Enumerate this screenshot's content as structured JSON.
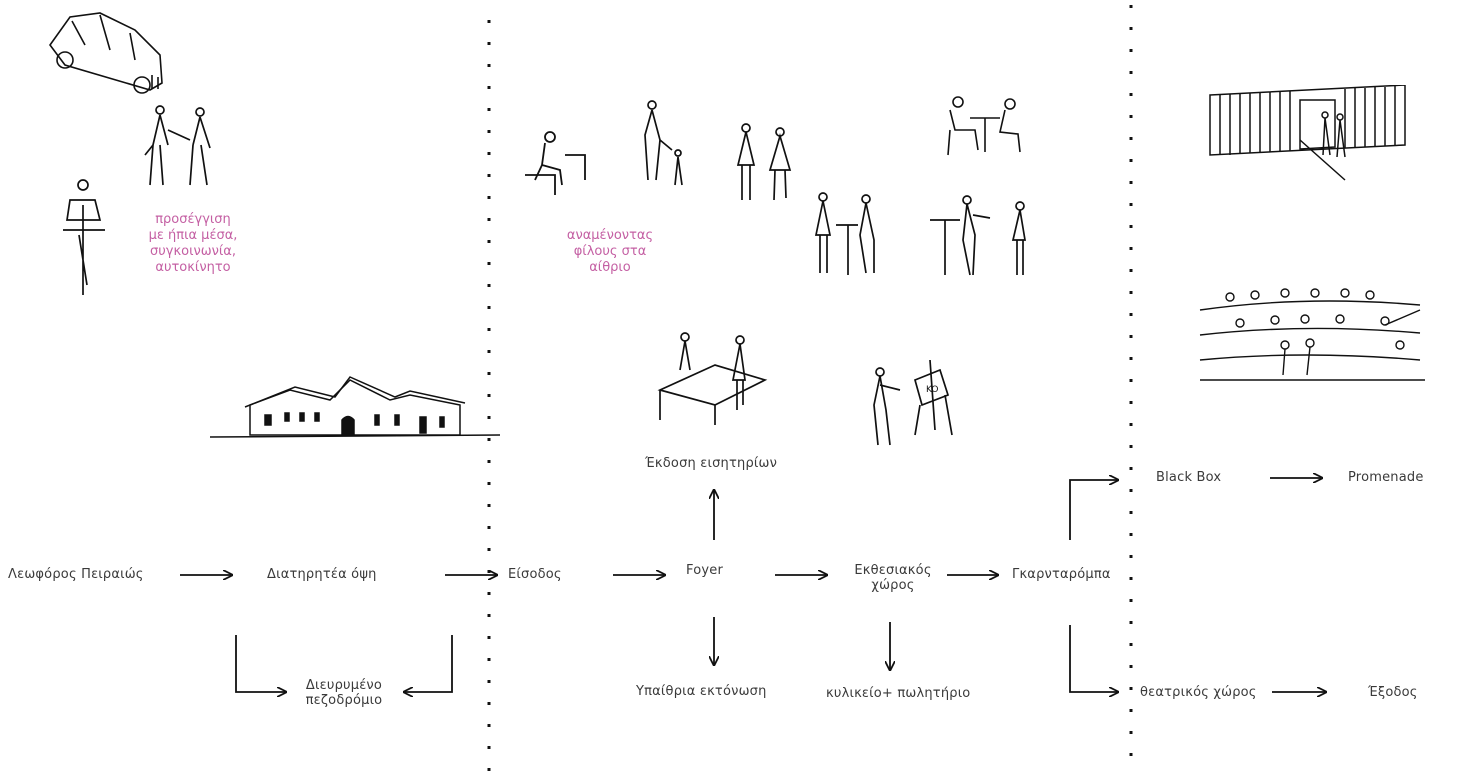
{
  "colors": {
    "annotation": "#c45fa3",
    "text": "#3a3a3a",
    "ink": "#111111"
  },
  "annotations": {
    "approach": [
      "προσέγγιση",
      "με ήπια μέσα,",
      "συγκοινωνία,",
      "αυτοκίνητο"
    ],
    "waiting": [
      "αναμένοντας",
      "φίλους στα",
      "αίθριο"
    ]
  },
  "nodes": {
    "avenue": "Λεωφόρος Πειραιώς",
    "facade": "Διατηρητέα όψη",
    "sidewalk": "Διευρυμένο πεζοδρόμιο",
    "entrance": "Είσοδος",
    "foyer": "Foyer",
    "tickets": "Έκδοση εισητηρίων",
    "outdoor": "Υπαίθρια εκτόνωση",
    "exhibition": "Εκθεσιακός χώρος",
    "cafe": "κυλικείο+ πωλητήριο",
    "wardrobe": "Γκαρνταρόμπα",
    "blackbox": "Black Box",
    "promenade": "Promenade",
    "theater": "θεατρικός χώρος",
    "exit": "Έξοδος"
  },
  "icons": [
    "car-icon",
    "couple-walking-icon",
    "cyclist-icon",
    "building-facade-icon",
    "seated-person-icon",
    "parent-child-icon",
    "two-people-icon",
    "cafe-table-icon",
    "standing-bar-icon",
    "bar-conversation-icon",
    "ticket-desk-icon",
    "easel-icon",
    "black-box-building-icon",
    "theater-audience-icon"
  ]
}
